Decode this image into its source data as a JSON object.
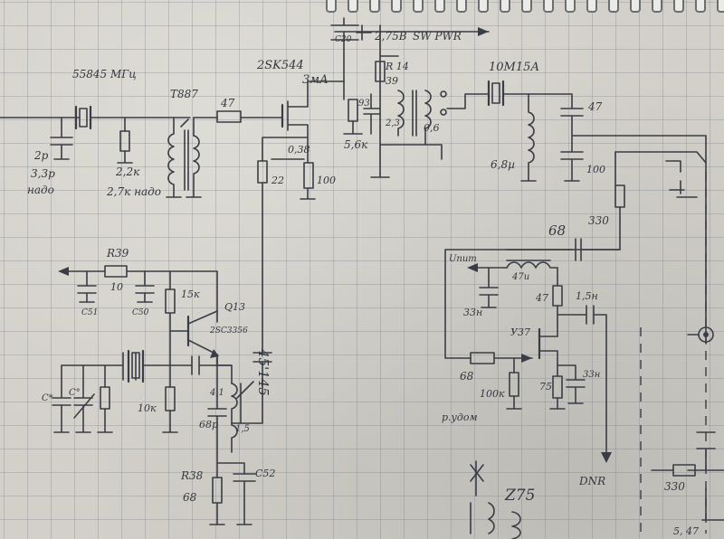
{
  "labels": {
    "freq": "55845 МГц",
    "t887": "T887",
    "r47_top": "47",
    "ic_2sk": "2SK544",
    "c20": "C20",
    "v275": "2,75В",
    "swpwr": "SW PWR",
    "r14": "R 14",
    "r14_val": "39",
    "current": "3мА",
    "c_93": "93",
    "c_23": "2,3",
    "res_56": "5,6к",
    "v06": "0,6",
    "v038": "0,38",
    "xtal": "10М15А",
    "c47_right": "47",
    "l68": "6,8µ",
    "c100": "100",
    "r100": "100",
    "r22": "22",
    "c2p": "2р",
    "c33p": "3,3р",
    "podbor1": "надо",
    "r22k": "2,2к",
    "r27k": "2,7к надо",
    "r39": "R39",
    "r39_val": "10",
    "c51": "C51",
    "c50": "C50",
    "r15k": "15к",
    "q13": "Q13",
    "q13_part": "2SC3356",
    "r10k": "10к",
    "cx": "C*",
    "cy": "C°",
    "l41": "4,1",
    "c68p": "68р",
    "l15": "1,5",
    "c45": "45'145",
    "r38": "R38",
    "r38_val": "68",
    "c52": "C52",
    "c68_mid": "68",
    "r330_top": "330",
    "upit": "Uпит",
    "l47u": "47u",
    "c33n": "33н",
    "r47_mid": "47",
    "c15n": "1,5н",
    "q37": "У37",
    "r68_bot": "68",
    "podbor2": "р.удом",
    "r100k": "100к",
    "r75": "75",
    "c33n_r": "33н",
    "dnr": "DNR",
    "z75": "Z75",
    "r330_bot": "330",
    "partial": "5, 47"
  }
}
